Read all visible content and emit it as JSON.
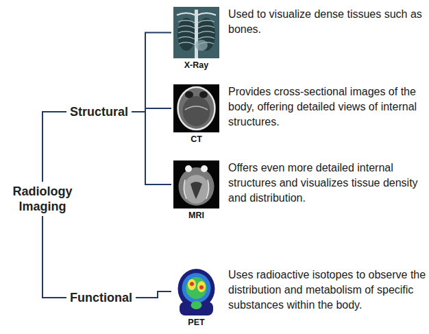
{
  "diagram": {
    "nodes": [
      {
        "text": [
          "Radiology Imaging"
        ]
      },
      {
        "text": [
          "Structural"
        ]
      },
      {
        "text": [
          "X-Ray",
          "Used to visualize dense tissues such as bones."
        ]
      },
      {
        "text": [
          "CT",
          "Provides cross-sectional images of the body, offering detailed views of internal structures."
        ]
      },
      {
        "text": [
          "MRI",
          "Offers even more detailed internal structures and visualizes tissue density and distribution."
        ]
      },
      {
        "text": [
          "Functional"
        ]
      },
      {
        "text": [
          "PET",
          "Uses radioactive isotopes to observe the distribution and metabolism of specific substances within the body."
        ]
      }
    ],
    "edges": [
      {
        "from": 0,
        "to": 1,
        "arrow": "none"
      },
      {
        "from": 0,
        "to": 5,
        "arrow": "none"
      },
      {
        "from": 1,
        "to": 2,
        "arrow": "none"
      },
      {
        "from": 1,
        "to": 3,
        "arrow": "none"
      },
      {
        "from": 1,
        "to": 4,
        "arrow": "none"
      },
      {
        "from": 5,
        "to": 6,
        "arrow": "none"
      }
    ]
  }
}
